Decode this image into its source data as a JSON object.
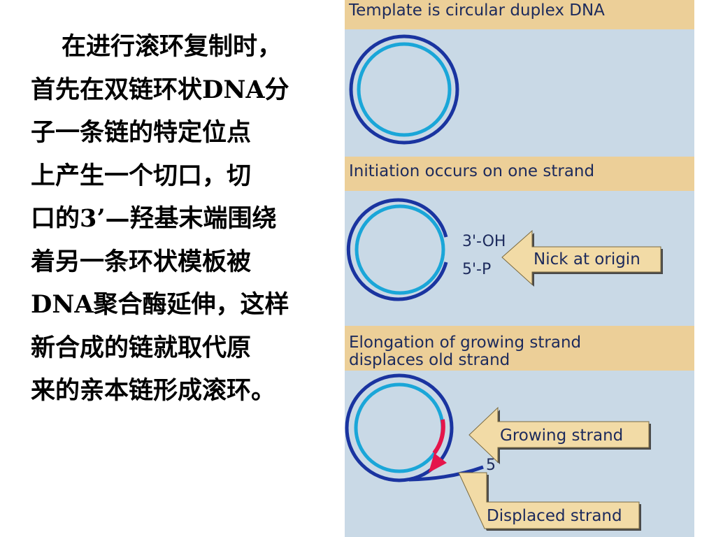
{
  "paragraph": {
    "lines": [
      "在进行滚环复制时，",
      "首先在双链环状DNA分",
      "子一条链的特定位点",
      "上产生一个切口，切",
      "口的3’—羟基末端围绕",
      "着另一条环状模板被",
      "DNA聚合酶延伸，这样",
      "新合成的链就取代原",
      "来的亲本链形成滚环。"
    ]
  },
  "diagram": {
    "panel1_title": "Template is circular duplex DNA",
    "panel2_title": "Initiation occurs on one strand",
    "panel3_title_line1": "Elongation of growing strand",
    "panel3_title_line2": "displaces old strand",
    "label_3oh": "3'-OH",
    "label_5p": "5'-P",
    "nick_arrow_label": "Nick at origin",
    "growing_arrow_label": "Growing strand",
    "label_5prime": "5'",
    "displaced_arrow_label": "Displaced strand",
    "colors": {
      "panel_bg": "#c9d9e6",
      "header_bg": "#eccf98",
      "outer_strand": "#1a34a0",
      "inner_strand": "#1aa6d8",
      "growing_strand": "#e5154b",
      "arrow_fill": "#f2dba6"
    }
  }
}
